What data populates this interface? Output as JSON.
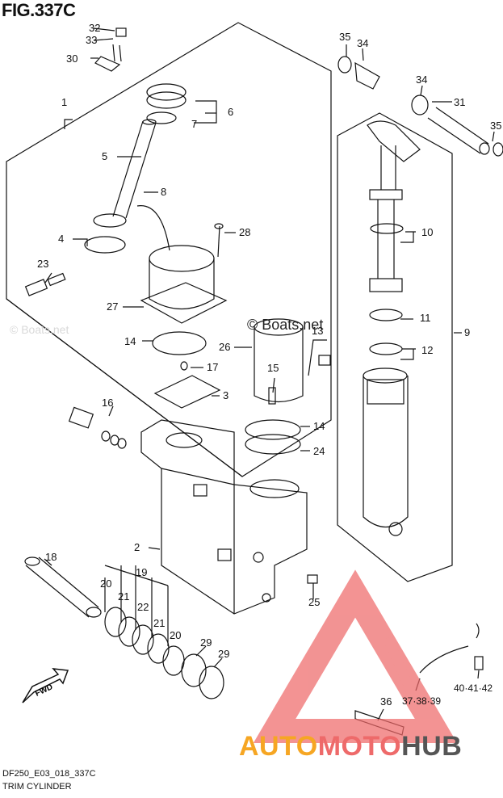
{
  "figure": {
    "title": "FIG.337C"
  },
  "footer": {
    "code": "DF250_E03_018_337C",
    "name": "TRIM CYLINDER"
  },
  "watermark": {
    "main": "© Boats.net",
    "faint": "© Boats.net"
  },
  "logo": {
    "part1": "AUTO",
    "part2": "MOTO",
    "part3": "HUB"
  },
  "callouts": {
    "c1": "1",
    "c2": "2",
    "c3": "3",
    "c4": "4",
    "c5": "5",
    "c6": "6",
    "c7": "7",
    "c8": "8",
    "c9": "9",
    "c10": "10",
    "c11": "11",
    "c12": "12",
    "c13": "13",
    "c14a": "14",
    "c14b": "14",
    "c15": "15",
    "c16": "16",
    "c17": "17",
    "c18": "18",
    "c19": "19",
    "c20a": "20",
    "c20b": "20",
    "c21a": "21",
    "c21b": "21",
    "c22": "22",
    "c23": "23",
    "c24": "24",
    "c25": "25",
    "c26": "26",
    "c27": "27",
    "c28": "28",
    "c29a": "29",
    "c29b": "29",
    "c30": "30",
    "c31": "31",
    "c32": "32",
    "c33": "33",
    "c34a": "34",
    "c34b": "34",
    "c35a": "35",
    "c35b": "35",
    "c36": "36",
    "c373839": "37·38·39",
    "c404142": "40·41·42"
  },
  "fwd": {
    "label": "FWD"
  },
  "colors": {
    "line": "#111111",
    "logo_orange": "#f6a623",
    "logo_red": "#ee6a6a",
    "logo_gray": "#555555"
  }
}
